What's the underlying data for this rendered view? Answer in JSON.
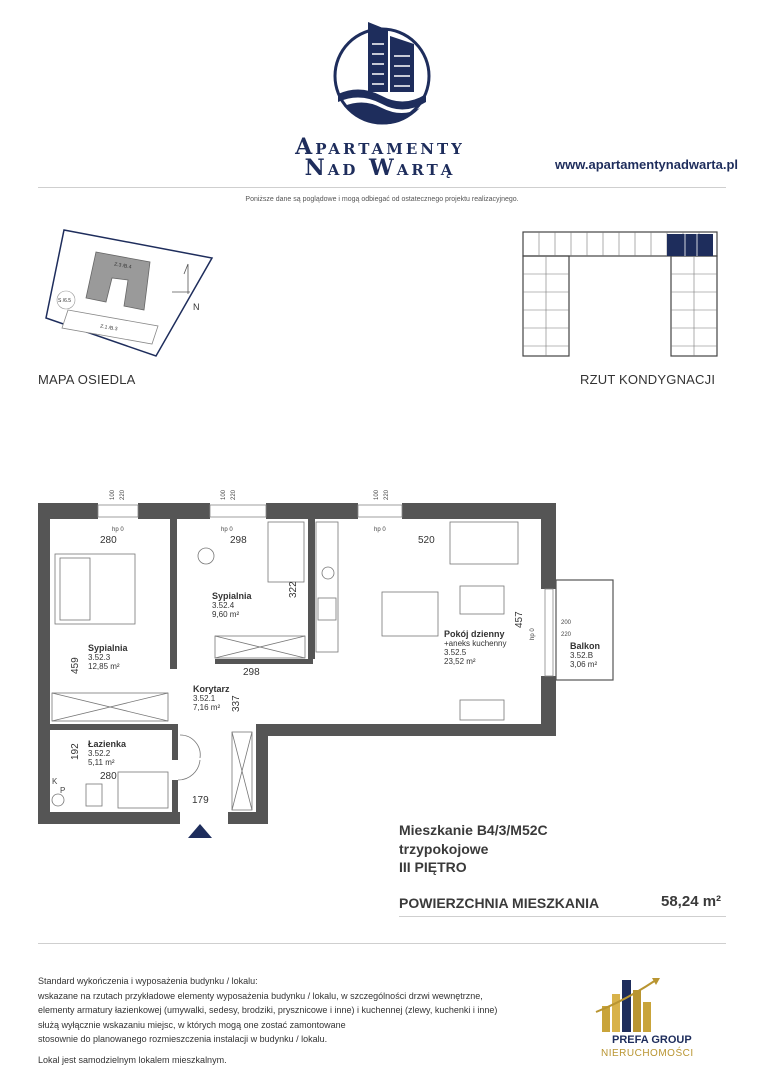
{
  "header": {
    "brand_line1": "Apartamenty",
    "brand_line2": "Nad Wartą",
    "website": "www.apartamentynadwarta.pl",
    "disclaimer": "Poniższe dane są poglądowe i mogą odbiegać od ostatecznego projektu realizacyjnego.",
    "brand_color": "#1e2d5c"
  },
  "site_map": {
    "caption": "MAPA OSIEDLA",
    "building_top_label": "Z.3 /B.4",
    "building_bottom_label": "Z.1 /B.3",
    "circle_label": "S /6.5",
    "north_label": "N"
  },
  "floor_plan_caption": "RZUT KONDYGNACJI",
  "rooms": [
    {
      "name": "Sypialnia",
      "number": "3.52.3",
      "area": "12,85 m²"
    },
    {
      "name": "Sypialnia",
      "number": "3.52.4",
      "area": "9,60 m²"
    },
    {
      "name": "Korytarz",
      "number": "3.52.1",
      "area": "7,16 m²"
    },
    {
      "name": "Łazienka",
      "number": "3.52.2",
      "area": "5,11 m²"
    },
    {
      "name": "Pokój dzienny",
      "subtitle": "+aneks kuchenny",
      "number": "3.52.5",
      "area": "23,52 m²"
    },
    {
      "name": "Balkon",
      "number": "3.52.B",
      "area": "3,06 m²"
    }
  ],
  "dimensions": {
    "d280a": "280",
    "d298a": "298",
    "d520": "520",
    "d322": "322",
    "d457": "457",
    "d459": "459",
    "d298b": "298",
    "d337": "337",
    "d192": "192",
    "d280b": "280",
    "d179": "179",
    "win_100": "100",
    "win_220": "220",
    "bal_200": "200",
    "bal_220": "220",
    "hp0": "hp 0",
    "k": "K",
    "p": "P"
  },
  "apartment": {
    "title": "Mieszkanie B4/3/M52C",
    "type": "trzypokojowe",
    "floor": "III PIĘTRO",
    "area_label": "POWIERZCHNIA MIESZKANIA",
    "area_value": "58,24 m²"
  },
  "footer": {
    "lines": [
      "Standard wykończenia i wyposażenia budynku / lokalu:",
      "wskazane na rzutach przykładowe elementy wyposażenia budynku / lokalu, w szczególności drzwi wewnętrzne,",
      "elementy armatury łazienkowej (umywalki, sedesy, brodziki, prysznicowe i inne) i kuchennej (zlewy, kuchenki i inne)",
      "służą wyłącznie wskazaniu miejsc, w których mogą one zostać zamontowane",
      "stosownie do planowanego rozmieszczenia instalacji w budynku / lokalu."
    ],
    "note": "Lokal jest samodzielnym lokalem mieszkalnym.",
    "prefa_line1": "PREFA GROUP",
    "prefa_line2": "NIERUCHOMOŚCI"
  }
}
